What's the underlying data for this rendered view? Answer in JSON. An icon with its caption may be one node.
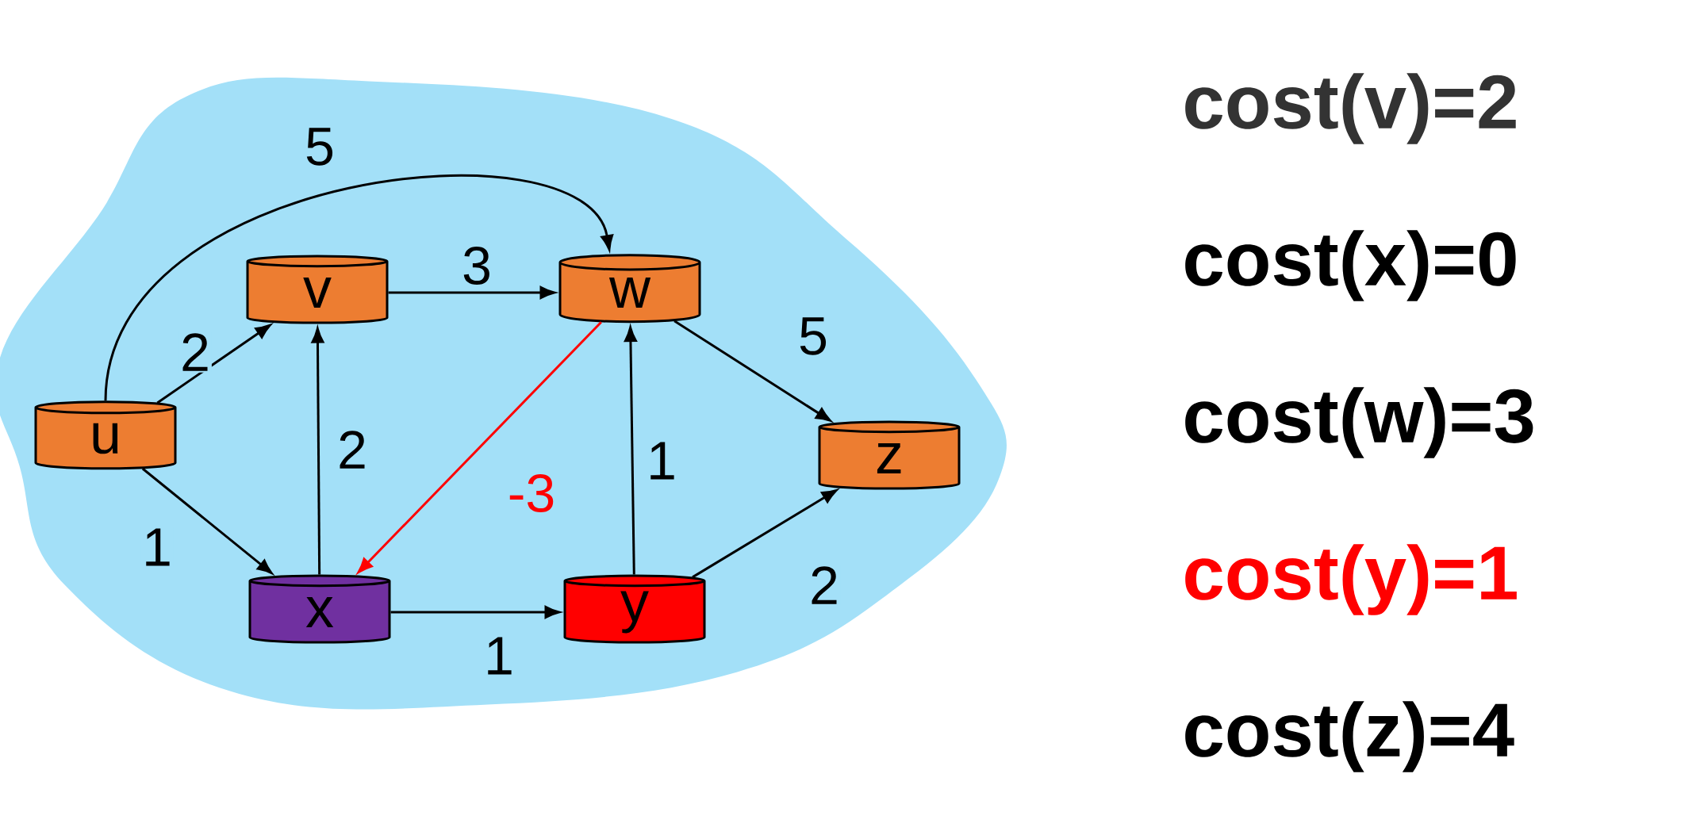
{
  "diagram": {
    "nodes": [
      {
        "text": [
          "u"
        ]
      },
      {
        "text": [
          "v"
        ]
      },
      {
        "text": [
          "w"
        ]
      },
      {
        "text": [
          "x"
        ]
      },
      {
        "text": [
          "y"
        ]
      },
      {
        "text": [
          "z"
        ]
      }
    ],
    "edges": [
      {
        "from": 0,
        "to": 2,
        "arrow": "to",
        "label": "5"
      },
      {
        "from": 0,
        "to": 1,
        "arrow": "to",
        "label": "2"
      },
      {
        "from": 0,
        "to": 3,
        "arrow": "to",
        "label": "1"
      },
      {
        "from": 1,
        "to": 2,
        "arrow": "to",
        "label": "3"
      },
      {
        "from": 3,
        "to": 1,
        "arrow": "to",
        "label": "2"
      },
      {
        "from": 2,
        "to": 3,
        "arrow": "to",
        "label": "-3",
        "color": "#ff0000"
      },
      {
        "from": 4,
        "to": 2,
        "arrow": "to",
        "label": "1"
      },
      {
        "from": 2,
        "to": 5,
        "arrow": "to",
        "label": "5"
      },
      {
        "from": 3,
        "to": 4,
        "arrow": "to",
        "label": "1"
      },
      {
        "from": 4,
        "to": 5,
        "arrow": "to",
        "label": "2"
      }
    ],
    "labels": [
      "cost(v)=2",
      "cost(x)=0",
      "cost(w)=3",
      "cost(y)=1",
      "cost(z)=4"
    ]
  }
}
